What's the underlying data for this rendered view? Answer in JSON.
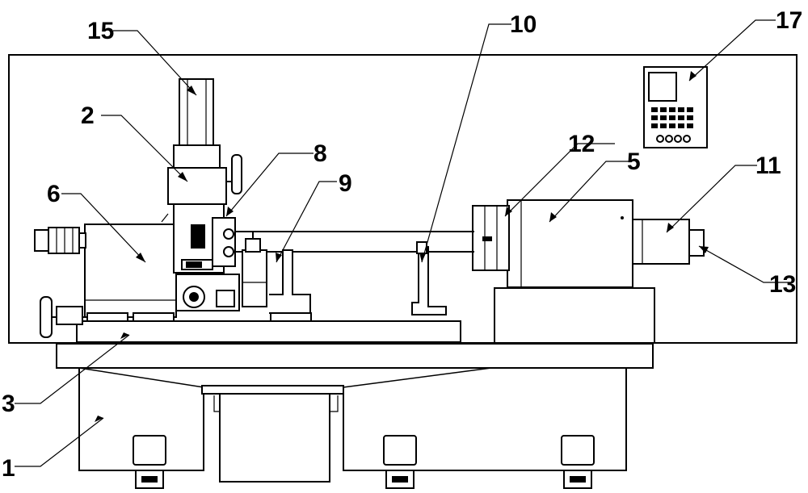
{
  "labels": {
    "l1": "1",
    "l2": "2",
    "l3": "3",
    "l5": "5",
    "l6": "6",
    "l8": "8",
    "l9": "9",
    "l10": "10",
    "l11": "11",
    "l12": "12",
    "l13": "13",
    "l15": "15",
    "l17": "17"
  }
}
